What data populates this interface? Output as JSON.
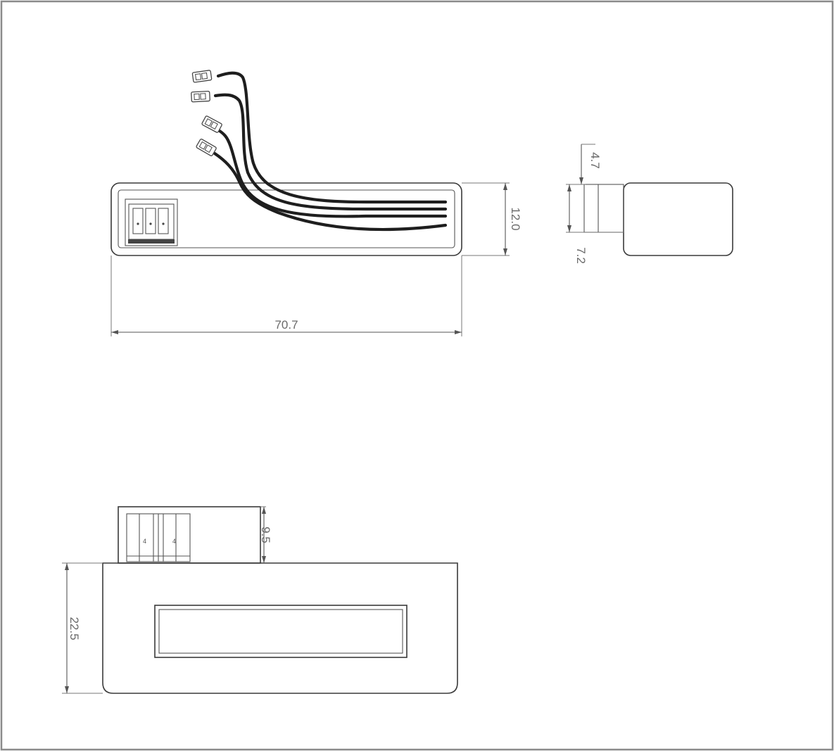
{
  "drawing": {
    "line_color": "#3a3a3a",
    "wire_color": "#1e1e1e",
    "text_color": "#6a6a6a"
  },
  "dimensions": {
    "top_view_width": "70.7",
    "top_view_height": "12.0",
    "side_view_top": "4.7",
    "side_view_bottom": "7.2",
    "bottom_view_connector": "9.5",
    "bottom_view_height": "22.5"
  }
}
